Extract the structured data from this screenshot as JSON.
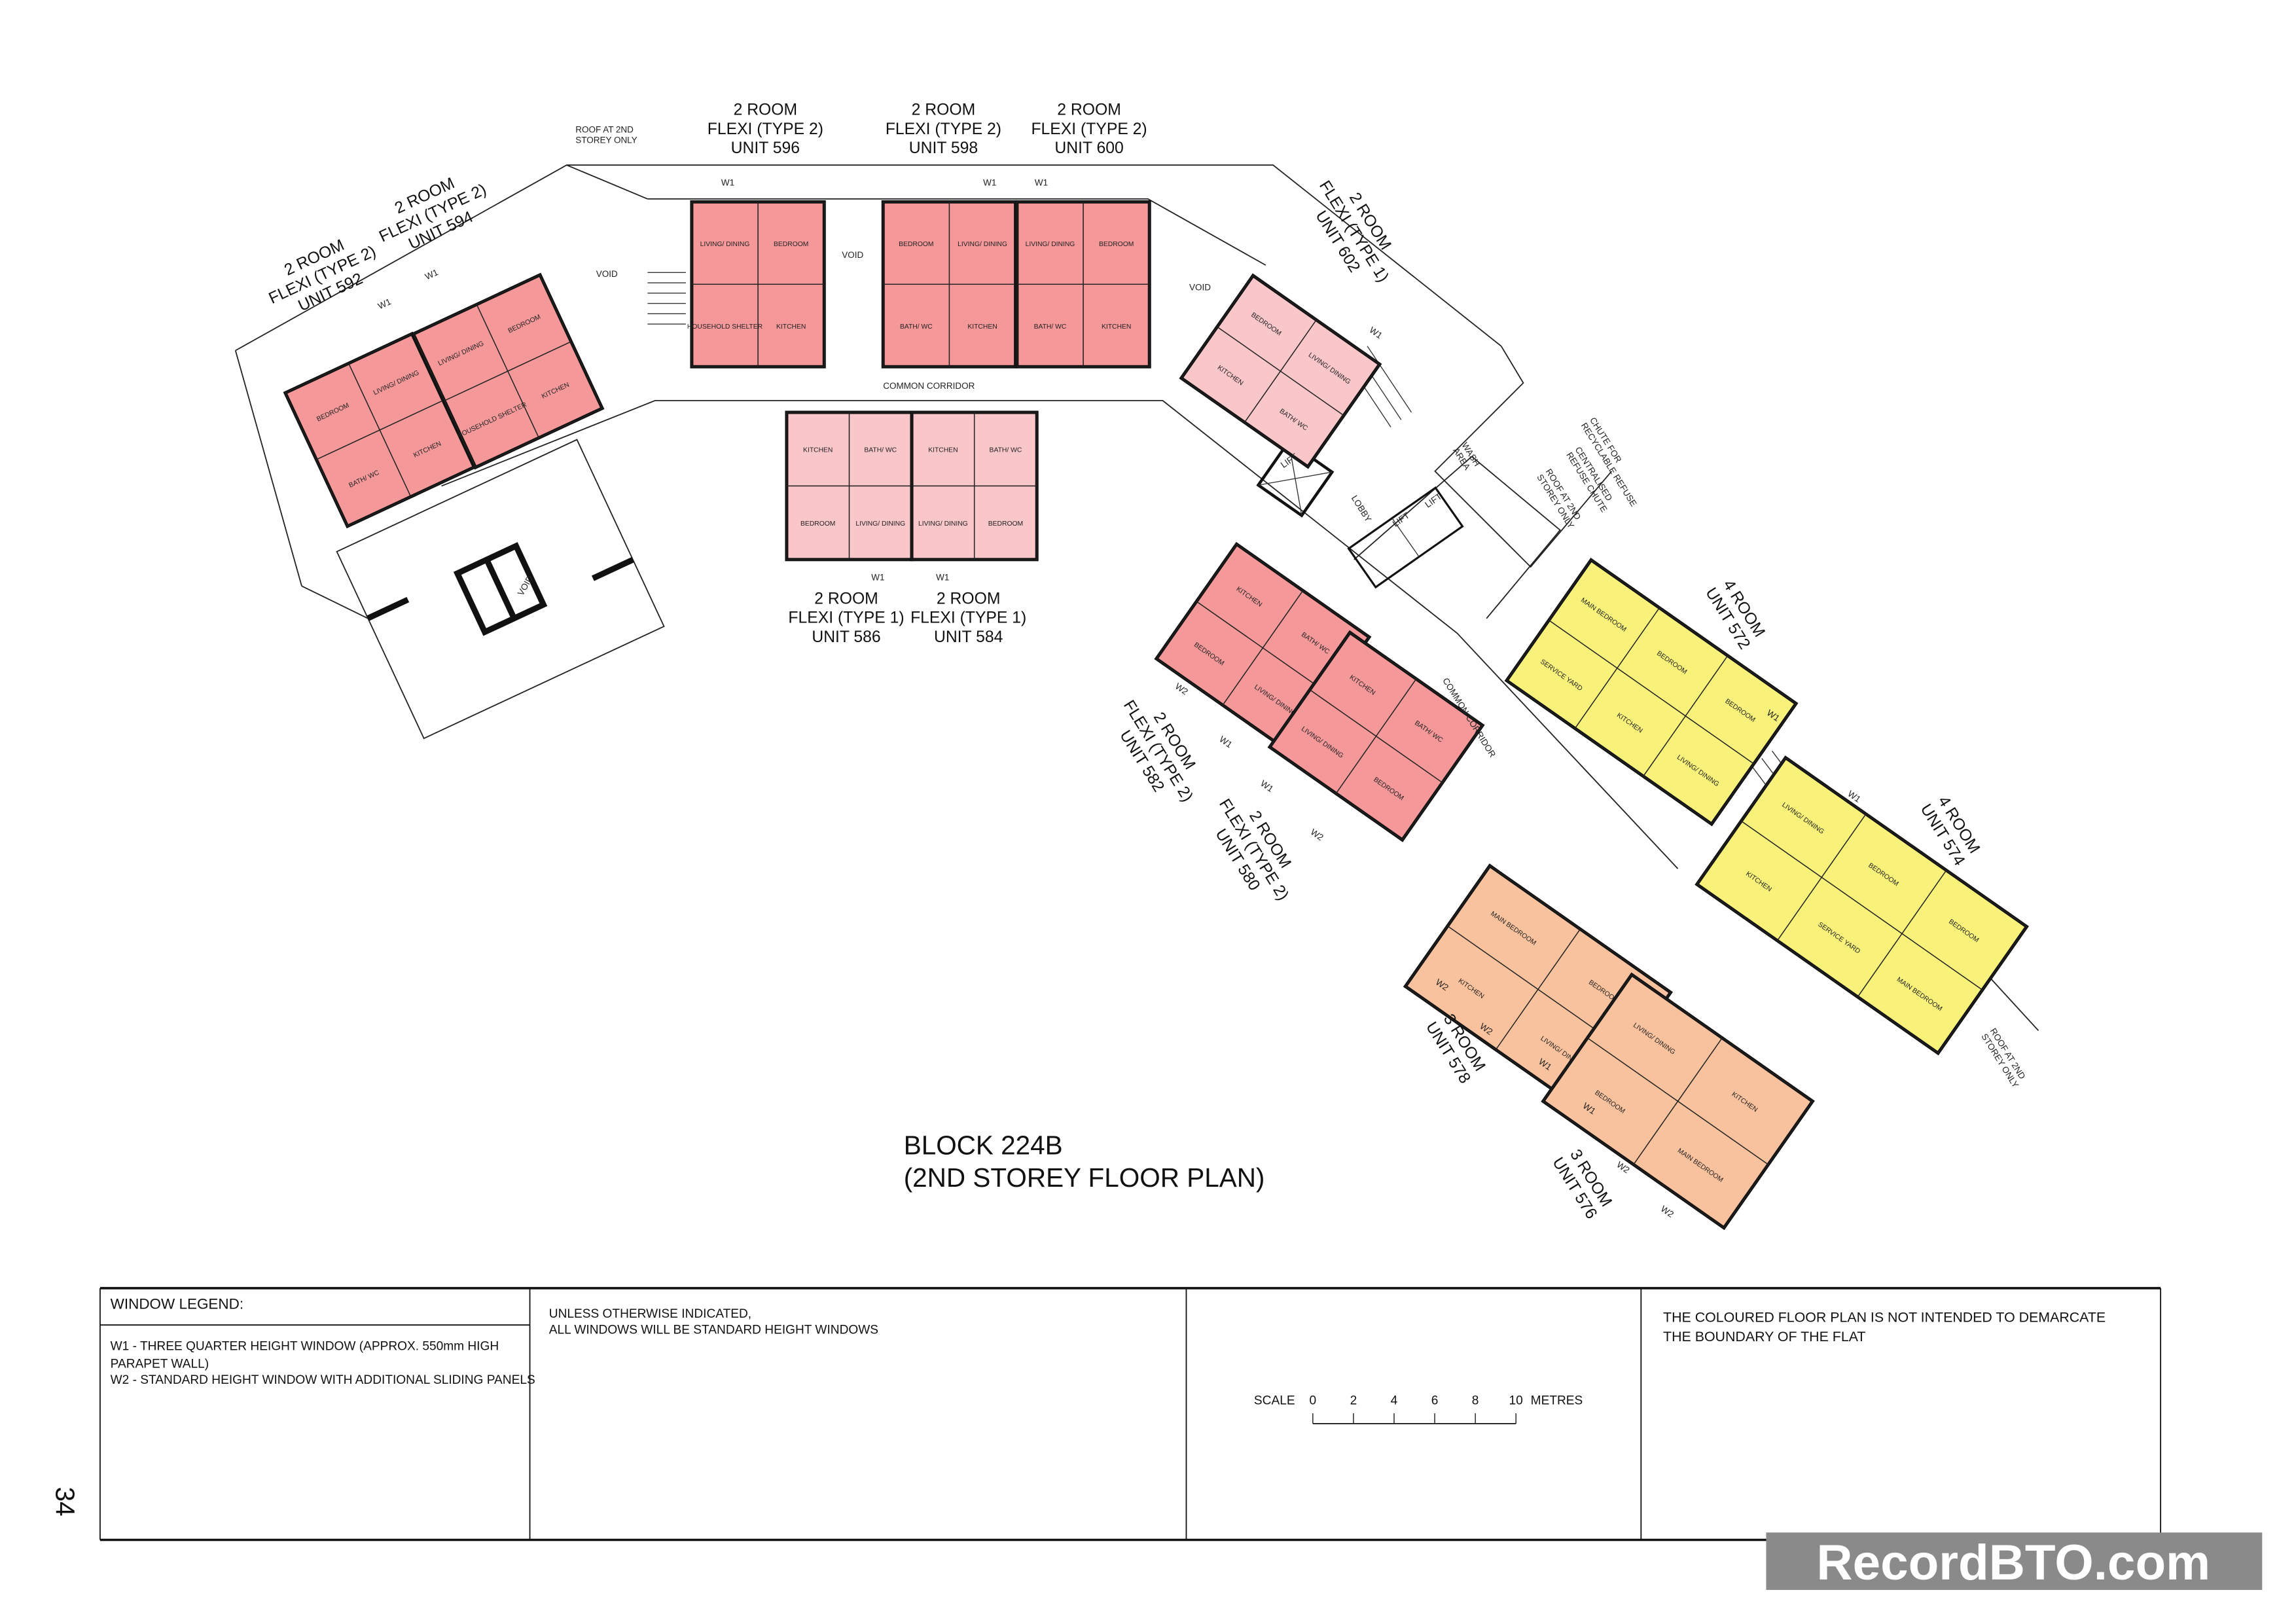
{
  "page_number": "34",
  "title": "BLOCK 224B",
  "subtitle": "(2ND STOREY FLOOR PLAN)",
  "colors": {
    "two_room_type2": "#f4989a",
    "two_room_type1": "#f9c6ca",
    "three_room": "#f9c29e",
    "four_room": "#f8f27a",
    "watermark_bg": "#8a8a8a"
  },
  "units": [
    {
      "id": "592",
      "lines": [
        "2 ROOM",
        "FLEXI (TYPE 2)",
        "UNIT 592"
      ],
      "kind": "two_room_type2",
      "rooms": [
        "BEDROOM",
        "LIVING/ DINING",
        "BATH/ WC",
        "KITCHEN"
      ]
    },
    {
      "id": "594",
      "lines": [
        "2 ROOM",
        "FLEXI (TYPE 2)",
        "UNIT 594"
      ],
      "kind": "two_room_type2",
      "rooms": [
        "LIVING/ DINING",
        "BEDROOM",
        "HOUSEHOLD SHELTER",
        "KITCHEN"
      ]
    },
    {
      "id": "596",
      "lines": [
        "2 ROOM",
        "FLEXI (TYPE 2)",
        "UNIT 596"
      ],
      "kind": "two_room_type2",
      "rooms": [
        "LIVING/ DINING",
        "BEDROOM",
        "HOUSEHOLD SHELTER",
        "KITCHEN"
      ]
    },
    {
      "id": "598",
      "lines": [
        "2 ROOM",
        "FLEXI (TYPE 2)",
        "UNIT 598"
      ],
      "kind": "two_room_type2",
      "rooms": [
        "BEDROOM",
        "LIVING/ DINING",
        "BATH/ WC",
        "KITCHEN"
      ]
    },
    {
      "id": "600",
      "lines": [
        "2 ROOM",
        "FLEXI (TYPE 2)",
        "UNIT 600"
      ],
      "kind": "two_room_type2",
      "rooms": [
        "LIVING/ DINING",
        "BEDROOM",
        "BATH/ WC",
        "KITCHEN"
      ]
    },
    {
      "id": "586",
      "lines": [
        "2 ROOM",
        "FLEXI (TYPE 1)",
        "UNIT 586"
      ],
      "kind": "two_room_type1",
      "rooms": [
        "KITCHEN",
        "BATH/ WC",
        "BEDROOM",
        "LIVING/ DINING"
      ]
    },
    {
      "id": "584",
      "lines": [
        "2 ROOM",
        "FLEXI (TYPE 1)",
        "UNIT 584"
      ],
      "kind": "two_room_type1",
      "rooms": [
        "KITCHEN",
        "BATH/ WC",
        "LIVING/ DINING",
        "BEDROOM"
      ]
    },
    {
      "id": "602",
      "lines": [
        "2 ROOM",
        "FLEXI (TYPE 1)",
        "UNIT 602"
      ],
      "kind": "two_room_type1",
      "rooms": [
        "BEDROOM",
        "LIVING/ DINING",
        "KITCHEN",
        "BATH/ WC"
      ]
    },
    {
      "id": "582",
      "lines": [
        "2 ROOM",
        "FLEXI (TYPE 2)",
        "UNIT 582"
      ],
      "kind": "two_room_type2",
      "rooms": [
        "KITCHEN",
        "BATH/ WC",
        "BEDROOM",
        "LIVING/ DINING"
      ]
    },
    {
      "id": "580",
      "lines": [
        "2 ROOM",
        "FLEXI (TYPE 2)",
        "UNIT 580"
      ],
      "kind": "two_room_type2",
      "rooms": [
        "KITCHEN",
        "BATH/ WC",
        "LIVING/ DINING",
        "BEDROOM"
      ]
    },
    {
      "id": "572",
      "lines": [
        "4 ROOM",
        "UNIT 572"
      ],
      "kind": "four_room",
      "rooms": [
        "MAIN BEDROOM",
        "BEDROOM",
        "BEDROOM",
        "SERVICE YARD",
        "KITCHEN",
        "LIVING/ DINING"
      ]
    },
    {
      "id": "574",
      "lines": [
        "4 ROOM",
        "UNIT 574"
      ],
      "kind": "four_room",
      "rooms": [
        "LIVING/ DINING",
        "BEDROOM",
        "BEDROOM",
        "KITCHEN",
        "SERVICE YARD",
        "MAIN BEDROOM"
      ]
    },
    {
      "id": "578",
      "lines": [
        "3 ROOM",
        "UNIT 578"
      ],
      "kind": "three_room",
      "rooms": [
        "MAIN BEDROOM",
        "BEDROOM",
        "KITCHEN",
        "LIVING/ DINING"
      ]
    },
    {
      "id": "576",
      "lines": [
        "3 ROOM",
        "UNIT 576"
      ],
      "kind": "three_room",
      "rooms": [
        "LIVING/ DINING",
        "KITCHEN",
        "BEDROOM",
        "MAIN BEDROOM"
      ]
    }
  ],
  "annotations": {
    "roof_top": [
      "ROOF AT 2ND",
      "STOREY ONLY"
    ],
    "roof_mid": [
      "ROOF AT 2ND",
      "STOREY ONLY"
    ],
    "roof_right": [
      "ROOF AT 2ND",
      "STOREY ONLY"
    ],
    "void_1": "VOID",
    "void_2": "VOID",
    "void_3": "VOID",
    "void_4": "VOID",
    "common_corridor_1": "COMMON CORRIDOR",
    "common_corridor_2": "COMMON CORRIDOR",
    "lobby": "LOBBY",
    "lift_1": "LIFT",
    "lift_2": "LIFT",
    "lift_3": "LIFT",
    "wash_area": [
      "WASH",
      "AREA"
    ],
    "chute_recyclable": [
      "CHUTE FOR",
      "RECYCLABLE REFUSE"
    ],
    "centralised_chute": [
      "CENTRALISED",
      "REFUSE CHUTE"
    ],
    "windows": {
      "w1": "W1",
      "w2": "W2"
    }
  },
  "legend": {
    "heading": "WINDOW LEGEND:",
    "items": [
      "W1 -  THREE QUARTER HEIGHT WINDOW (APPROX. 550mm HIGH",
      "PARAPET WALL)",
      "W2 - STANDARD HEIGHT WINDOW WITH ADDITIONAL SLIDING PANELS"
    ]
  },
  "note": [
    "UNLESS OTHERWISE INDICATED,",
    "ALL WINDOWS WILL BE STANDARD HEIGHT WINDOWS"
  ],
  "scale": {
    "label": "SCALE",
    "ticks": [
      "0",
      "2",
      "4",
      "6",
      "8",
      "10"
    ],
    "unit": "METRES"
  },
  "disclaimer": [
    "THE COLOURED FLOOR PLAN IS NOT INTENDED TO DEMARCATE",
    "THE BOUNDARY OF THE FLAT"
  ],
  "watermark": "RecordBTO.com"
}
